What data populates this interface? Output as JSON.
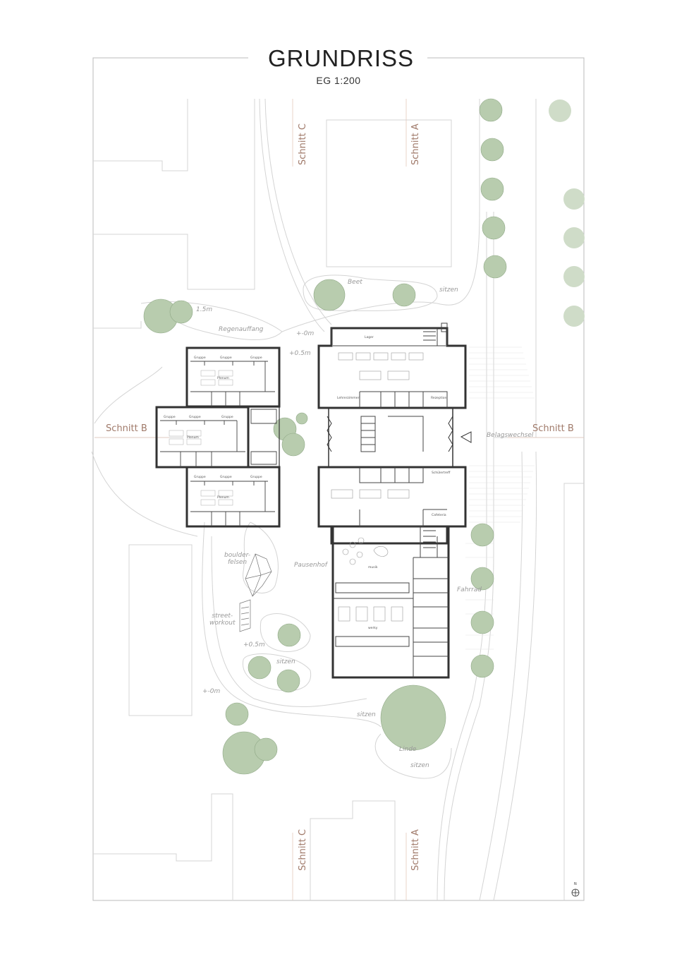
{
  "header": {
    "title": "GRUNDRISS",
    "subtitle": "EG 1:200"
  },
  "section_cuts": {
    "c_top": "Schnitt C",
    "a_top": "Schnitt A",
    "c_bottom": "Schnitt C",
    "a_bottom": "Schnitt A",
    "b_left": "Schnitt B",
    "b_right": "Schnitt B"
  },
  "landscape_labels": {
    "beet": "Beet",
    "sitzen_top": "sitzen",
    "level_15": "1.5m",
    "regenauffang": "Regenauffang",
    "level_0_top": "+-0m",
    "level_05_top": "+0.5m",
    "belagswechsel": "Belagswechsel",
    "boulder": "boulder-\nfelsen",
    "pausenhof": "Pausenhof",
    "fahrrad": "Fahrrad",
    "streetworkout": "street-\nworkout",
    "level_05_bottom": "+0.5m",
    "sitzen_mid": "sitzen",
    "level_0_bottom": "+-0m",
    "sitzen_bottom": "sitzen",
    "linde": "Linde",
    "sitzen_lower": "sitzen"
  },
  "rooms": {
    "lager": "Lager",
    "lehrerzimmer": "Lehrerzimmer",
    "rezeption": "Rezeption",
    "schuelertreff": "Schülertreff",
    "cafeteria": "Cafeteria",
    "musik": "musik",
    "werky": "werky",
    "gruppe": "Gruppe",
    "plenum": "Plenum"
  },
  "north_label": "N",
  "colors": {
    "wall": "#333333",
    "tree": "#b8ccae",
    "tree_stroke": "#8fa886",
    "site_line": "#cfcfcf",
    "cut_label": "#a07a6a"
  }
}
